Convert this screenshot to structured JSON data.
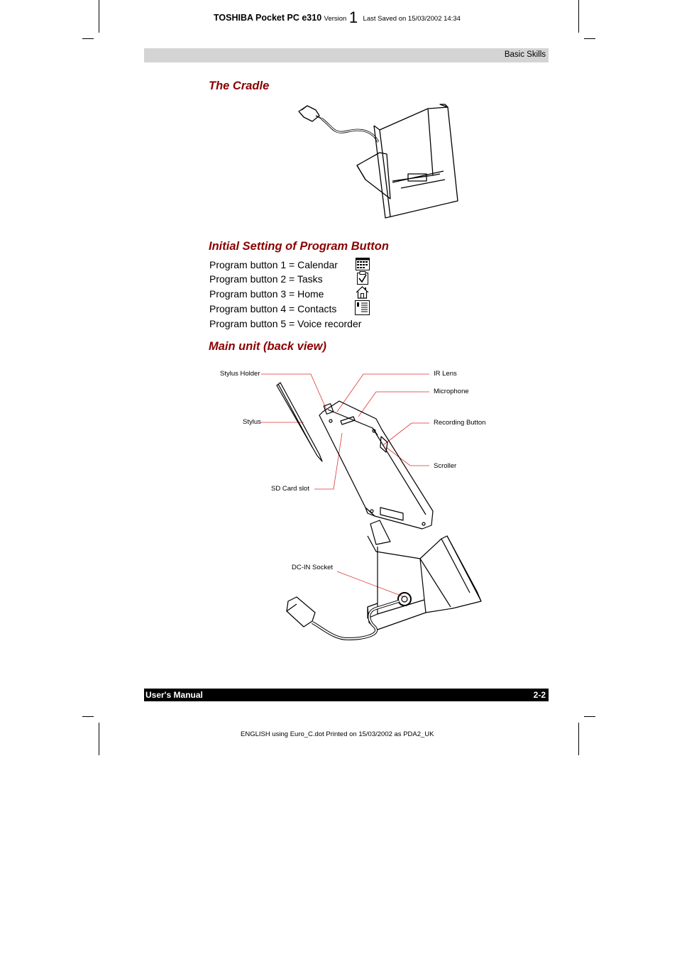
{
  "header": {
    "product": "TOSHIBA Pocket PC e310",
    "version_label": "Version",
    "version_number": "1",
    "last_saved": "Last Saved on 15/03/2002 14:34"
  },
  "section_band": {
    "title": "Basic Skills"
  },
  "sections": {
    "cradle": {
      "heading": "The Cradle"
    },
    "program_buttons": {
      "heading": "Initial Setting of Program Button",
      "items": [
        {
          "text": "Program button 1 = Calendar",
          "icon": "calendar-icon"
        },
        {
          "text": "Program button 2 = Tasks",
          "icon": "tasks-icon"
        },
        {
          "text": "Program button 3 = Home",
          "icon": "home-icon"
        },
        {
          "text": "Program button 4 = Contacts",
          "icon": "contacts-icon"
        },
        {
          "text": "Program button 5 = Voice recorder",
          "icon": ""
        }
      ]
    },
    "back_view": {
      "heading": "Main unit (back view)",
      "labels": {
        "stylus_holder": "Stylus Holder",
        "ir_lens": "IR Lens",
        "microphone": "Microphone",
        "stylus": "Stylus",
        "recording_button": "Recording Button",
        "scroller": "Scroller",
        "sd_card_slot": "SD Card slot",
        "dc_in_socket": "DC-IN Socket"
      }
    }
  },
  "footer": {
    "left": "User's Manual",
    "right": "2-2"
  },
  "print_line": "ENGLISH using Euro_C.dot  Printed on 15/03/2002 as PDA2_UK",
  "colors": {
    "heading": "#8b0000",
    "band": "#d4d4d4",
    "leader": "#e03030"
  }
}
